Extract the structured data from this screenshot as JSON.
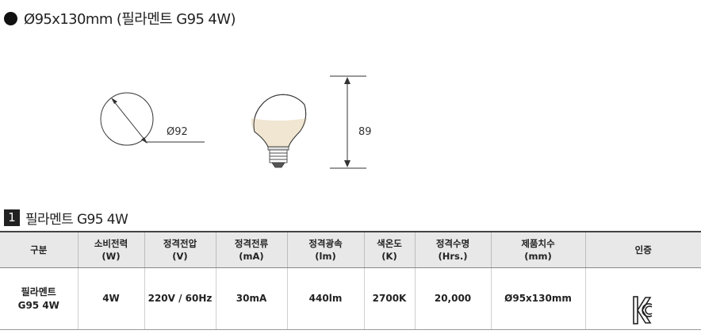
{
  "title": "Ø95x130mm (필라멘트 G95 4W)",
  "dimensions": {
    "diameter_label": "Ø92",
    "height_label": "89"
  },
  "section": {
    "number": "1",
    "label": "필라멘트 G95 4W"
  },
  "table": {
    "headers": [
      "구분",
      "소비전력\n(W)",
      "정격전압\n(V)",
      "정격전류\n(mA)",
      "정격광속\n(lm)",
      "색온도\n(K)",
      "정격수명\n(Hrs.)",
      "제품치수\n(mm)",
      "인증"
    ],
    "row": [
      "필라멘트\nG95 4W",
      "4W",
      "220V / 60Hz",
      "30mA",
      "440lm",
      "2700K",
      "20,000",
      "Ø95x130mm"
    ],
    "certification_icon": "kc-mark-icon"
  },
  "colors": {
    "header_bg": "#e8e8e8",
    "text": "#222222",
    "rule": "#444444"
  }
}
